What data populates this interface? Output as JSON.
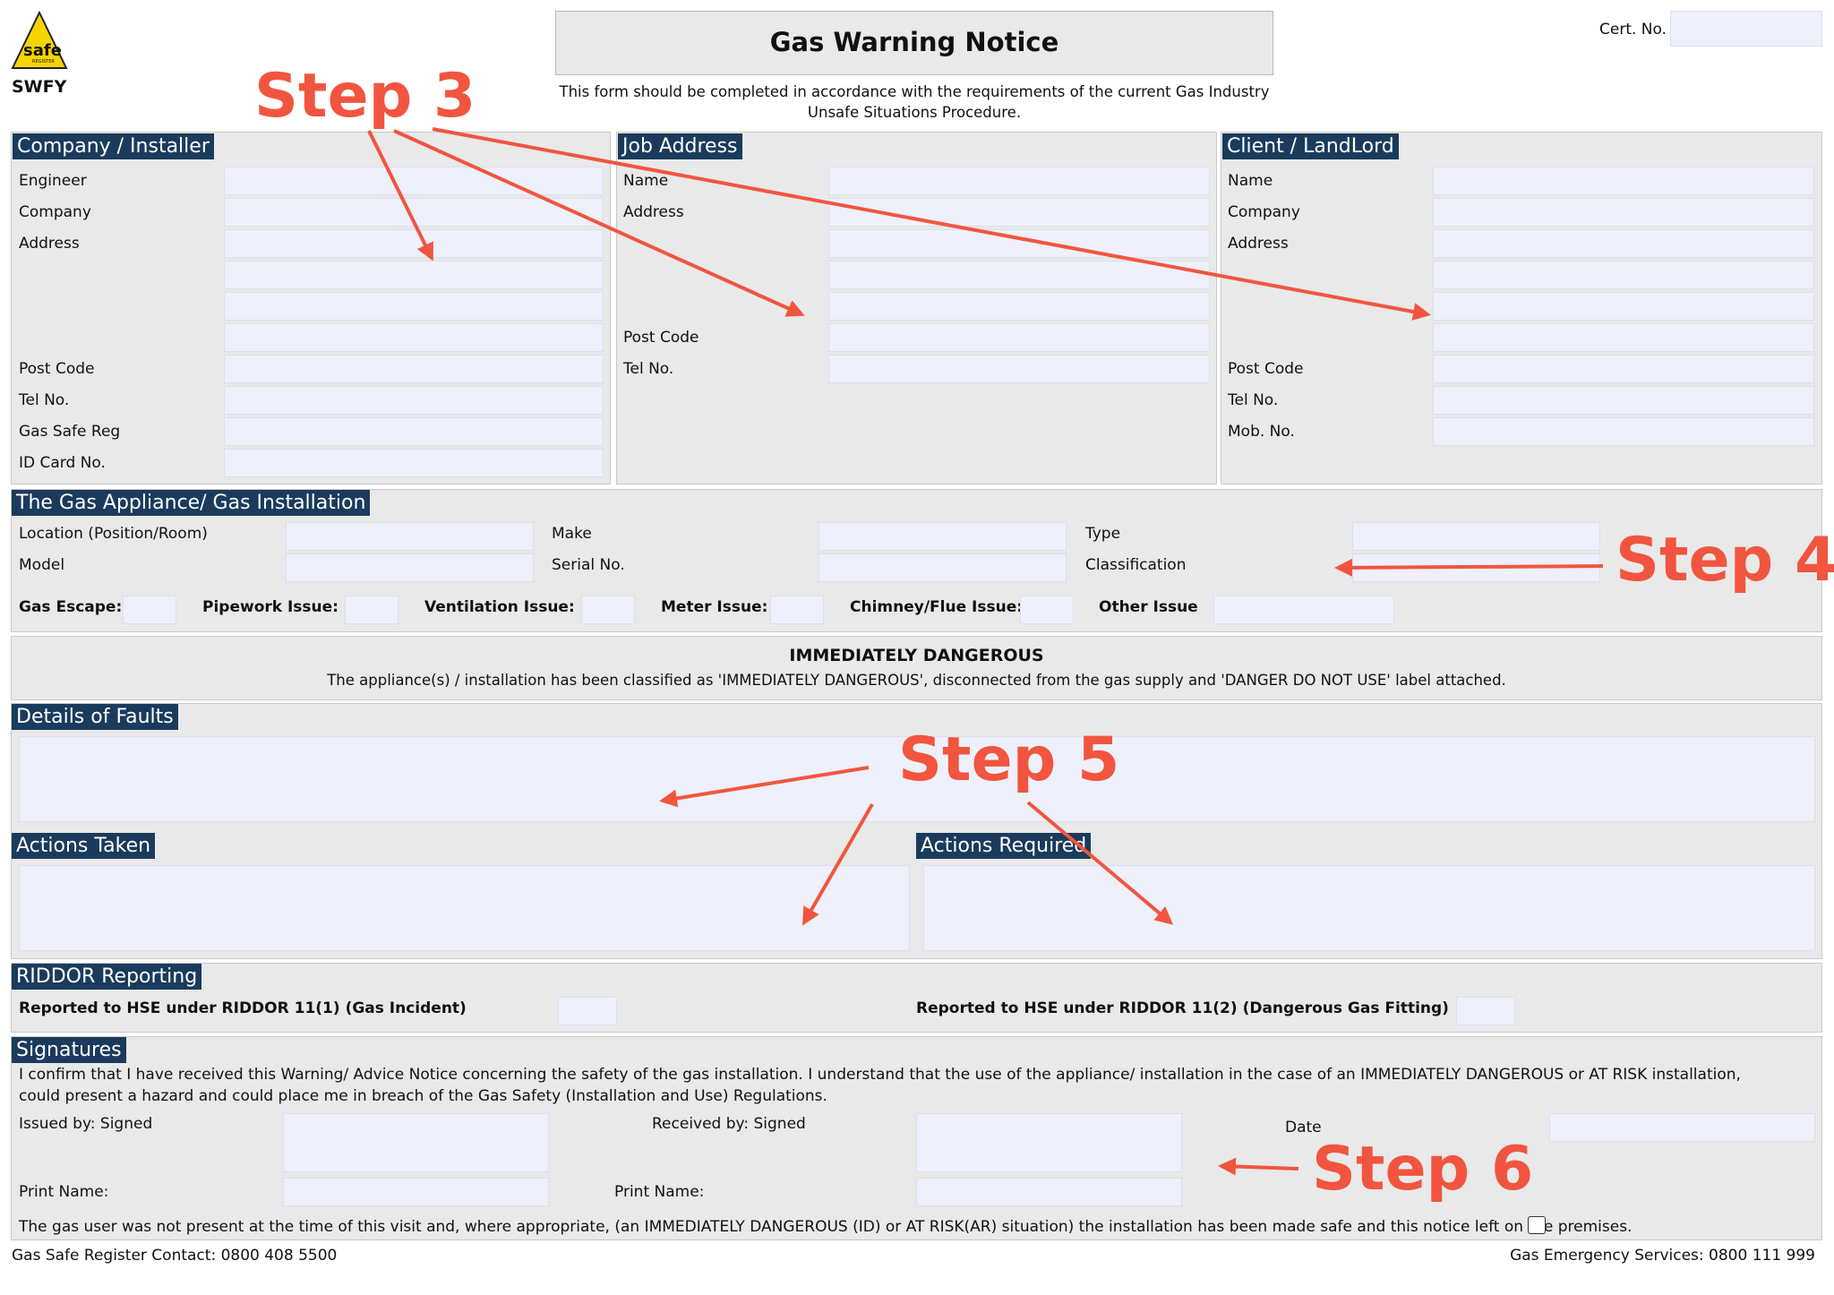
{
  "logo": {
    "brand_text": "safe",
    "register_text": "REGISTER",
    "org_code": "SWFY"
  },
  "header": {
    "title": "Gas Warning Notice",
    "subtitle_line1": "This form should be completed in accordance with the requirements of the current Gas Industry",
    "subtitle_line2": "Unsafe Situations Procedure.",
    "cert_label": "Cert. No."
  },
  "company": {
    "title": "Company / Installer",
    "labels": {
      "engineer": "Engineer",
      "company": "Company",
      "address": "Address",
      "post_code": "Post Code",
      "tel": "Tel No.",
      "gas_safe_reg": "Gas Safe Reg",
      "id_card": "ID Card No."
    }
  },
  "job": {
    "title": "Job Address",
    "labels": {
      "name": "Name",
      "address": "Address",
      "post_code": "Post Code",
      "tel": "Tel No."
    }
  },
  "client": {
    "title": "Client / LandLord",
    "labels": {
      "name": "Name",
      "company": "Company",
      "address": "Address",
      "post_code": "Post Code",
      "tel": "Tel No.",
      "mob": "Mob. No."
    }
  },
  "appliance": {
    "title": "The Gas Appliance/ Gas Installation",
    "labels": {
      "location": "Location (Position/Room)",
      "model": "Model",
      "make": "Make",
      "serial": "Serial No.",
      "type": "Type",
      "classification": "Classification"
    },
    "issues": {
      "gas_escape": "Gas Escape:",
      "pipework": "Pipework Issue:",
      "ventilation": "Ventilation Issue:",
      "meter": "Meter Issue:",
      "chimney": "Chimney/Flue Issue:",
      "other": "Other Issue"
    }
  },
  "danger": {
    "title": "IMMEDIATELY DANGEROUS",
    "text": "The appliance(s) / installation has been classified as 'IMMEDIATELY DANGEROUS', disconnected from the gas supply and 'DANGER DO NOT USE' label attached."
  },
  "faults": {
    "title": "Details of Faults",
    "actions_taken": "Actions Taken",
    "actions_required": "Actions Required"
  },
  "riddor": {
    "title": "RIDDOR Reporting",
    "label_1": "Reported to HSE under RIDDOR 11(1) (Gas Incident)",
    "label_2": "Reported to HSE under RIDDOR 11(2) (Dangerous Gas Fitting)"
  },
  "signatures": {
    "title": "Signatures",
    "statement_line1": "I confirm that I have received this Warning/ Advice Notice concerning the safety of the gas installation. I understand that the use of the appliance/ installation in the case of an IMMEDIATELY DANGEROUS or AT RISK installation,",
    "statement_line2": "could present a hazard and could place me in breach of the Gas Safety (Installation and Use) Regulations.",
    "issued_by": "Issued by: Signed",
    "received_by": "Received by: Signed",
    "date": "Date",
    "print_name_1": "Print Name:",
    "print_name_2": "Print Name:",
    "not_present": "The gas user was not present at the time of this visit and, where appropriate, (an IMMEDIATELY DANGEROUS (ID) or AT RISK(AR) situation) the installation has been made safe and this notice left on the premises."
  },
  "footer": {
    "left": "Gas Safe Register Contact: 0800 408 5500",
    "right": "Gas Emergency Services: 0800 111 999"
  },
  "annotations": {
    "step3": "Step 3",
    "step4": "Step 4",
    "step5": "Step 5",
    "step6": "Step 6",
    "color": "#f1553f"
  }
}
